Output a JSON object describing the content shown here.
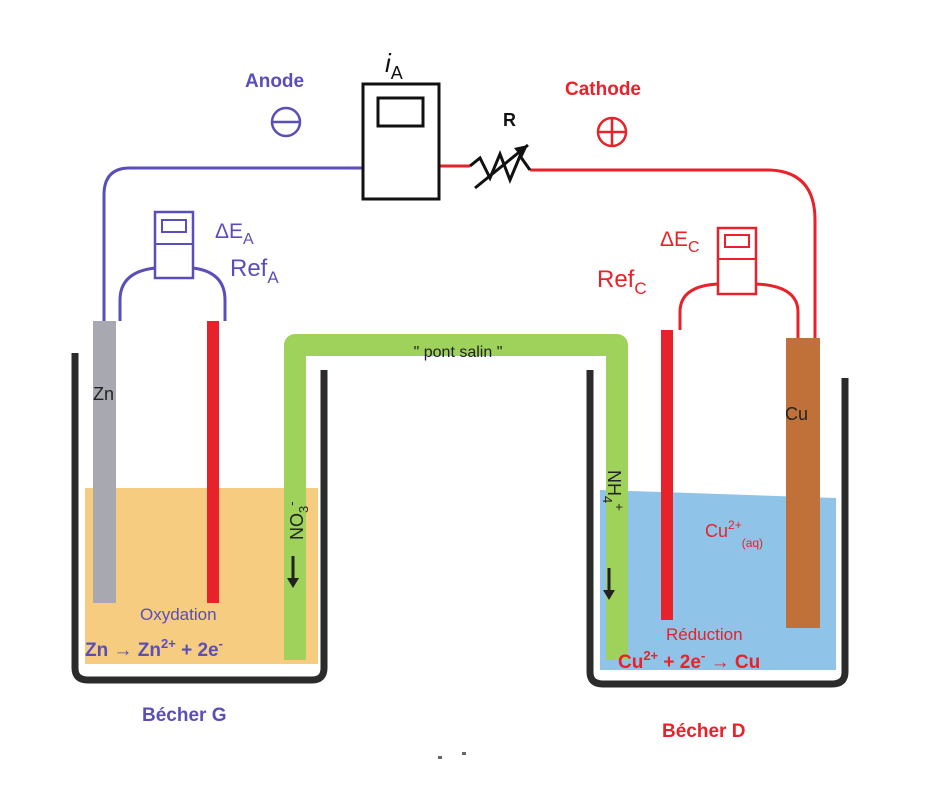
{
  "diagram": {
    "ammeter": {
      "symbol": "i",
      "subscript": "A"
    },
    "resistor": {
      "label": "R"
    },
    "anode": {
      "label": "Anode",
      "sign": "⊖"
    },
    "cathode": {
      "label": "Cathode",
      "sign": "⊕"
    },
    "left_voltmeter": {
      "delta": "ΔE",
      "delta_sub": "A",
      "ref": "Ref",
      "ref_sub": "A"
    },
    "right_voltmeter": {
      "delta": "ΔE",
      "delta_sub": "C",
      "ref": "Ref",
      "ref_sub": "C"
    },
    "salt_bridge": {
      "label": "\" pont salin \"",
      "left_ion": "NO",
      "left_ion_sub": "3",
      "left_ion_sup": "-",
      "right_ion": "NH",
      "right_ion_sub": "4",
      "right_ion_sup": "+"
    },
    "left_electrode": {
      "label": "Zn"
    },
    "right_electrode": {
      "label": "Cu"
    },
    "right_solution": {
      "ion": "Cu",
      "ion_sup": "2+",
      "ion_sub": "(aq)"
    },
    "left_process": {
      "label": "Oxydation",
      "eq_start": "Zn → Zn",
      "eq_sup": "2+",
      "eq_end": " + 2e",
      "eq_end_sup": "-"
    },
    "right_process": {
      "label": "Réduction",
      "eq_start": "Cu",
      "eq_sup": "2+",
      "eq_mid": " + 2e",
      "eq_mid_sup": "-",
      "eq_end": " → Cu"
    },
    "left_beaker": {
      "label": "Bécher G"
    },
    "right_beaker": {
      "label": "Bécher D"
    },
    "colors": {
      "anode_blue": "#5a4fb8",
      "cathode_red": "#e8222a",
      "bridge_green": "#9ed25a",
      "left_solution": "#f5cc80",
      "right_solution": "#8fc3e8",
      "zinc": "#a8a8b0",
      "copper": "#c0713a"
    }
  }
}
